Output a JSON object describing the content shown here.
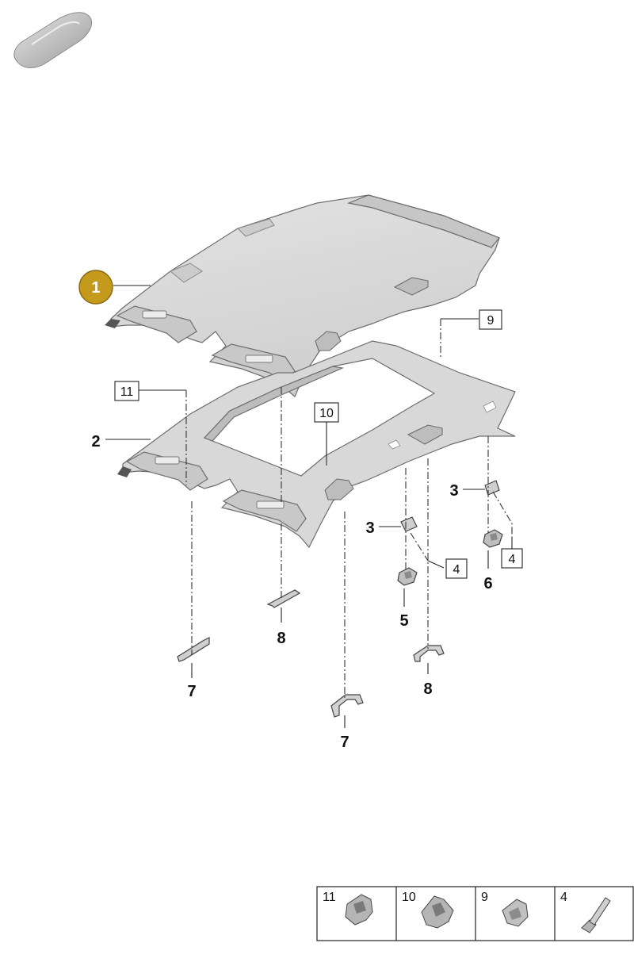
{
  "callouts": {
    "headliner": "1",
    "headliner_sunroof": "2",
    "clip_left": "3",
    "clip_right": "3",
    "box_4_left": "4",
    "box_4_right": "4",
    "nut_left": "5",
    "nut_right": "6",
    "hook_left": "7",
    "hook_center": "7",
    "handle_left": "8",
    "handle_right": "8",
    "box_9": "9",
    "box_10": "10",
    "box_11": "11"
  },
  "legend": {
    "items": [
      {
        "num": "11"
      },
      {
        "num": "10"
      },
      {
        "num": "9"
      },
      {
        "num": "4"
      }
    ]
  },
  "colors": {
    "badge": "#c49a1c",
    "part_fill": "#d9d9d9",
    "part_shade": "#b8b8b8"
  }
}
